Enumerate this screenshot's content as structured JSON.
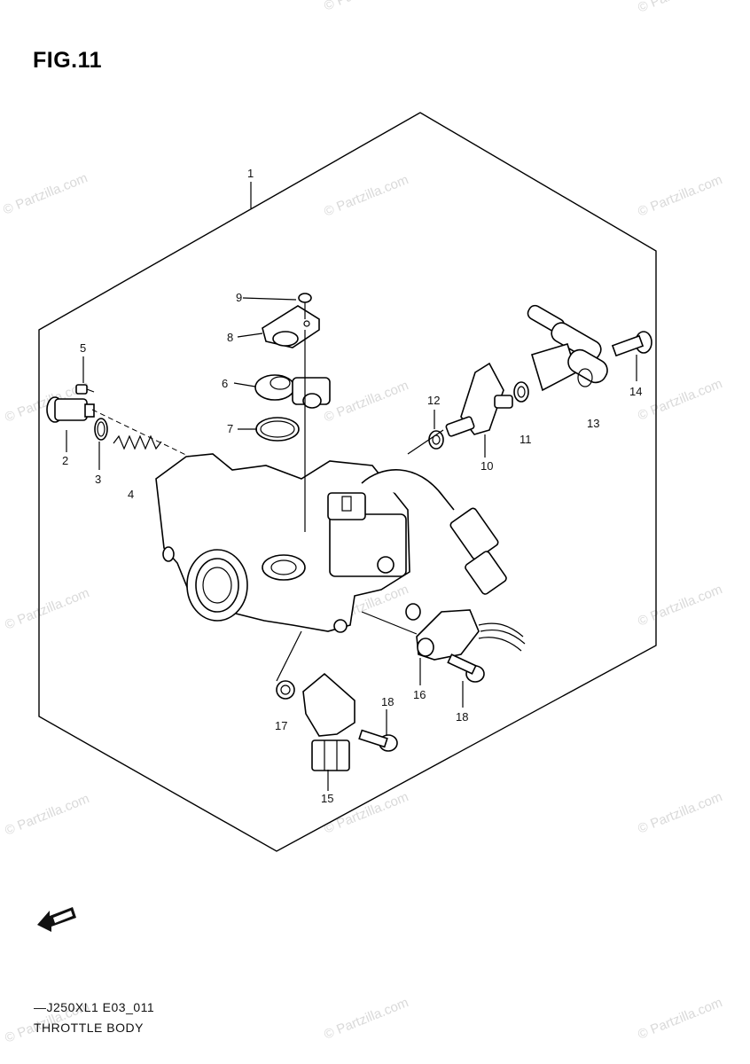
{
  "figure": {
    "title": "FIG.11",
    "code": "—J250XL1 E03_011",
    "name": "THROTTLE BODY"
  },
  "watermark": "© Partzilla.com",
  "icons": {
    "forward": "fwd-arrow-icon"
  },
  "callouts": [
    "1",
    "2",
    "3",
    "4",
    "5",
    "6",
    "7",
    "8",
    "9",
    "10",
    "11",
    "12",
    "13",
    "14",
    "15",
    "16",
    "17",
    "18",
    "18"
  ]
}
